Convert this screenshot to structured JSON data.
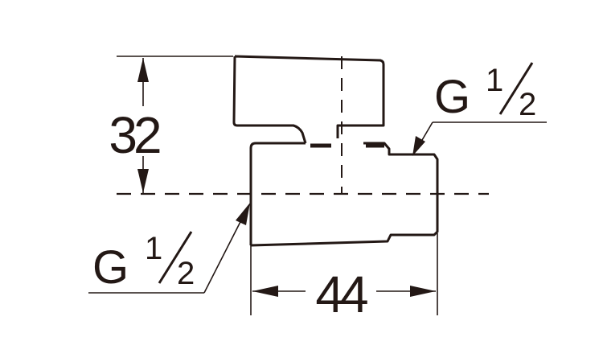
{
  "dimensions": {
    "height": "32",
    "length": "44"
  },
  "threads": {
    "top_right": {
      "letter": "G",
      "fraction_num": "1",
      "fraction_den": "2"
    },
    "bottom_left": {
      "letter": "G",
      "fraction_num": "1",
      "fraction_den": "2"
    }
  },
  "colors": {
    "line": "#231815",
    "background": "#ffffff"
  }
}
